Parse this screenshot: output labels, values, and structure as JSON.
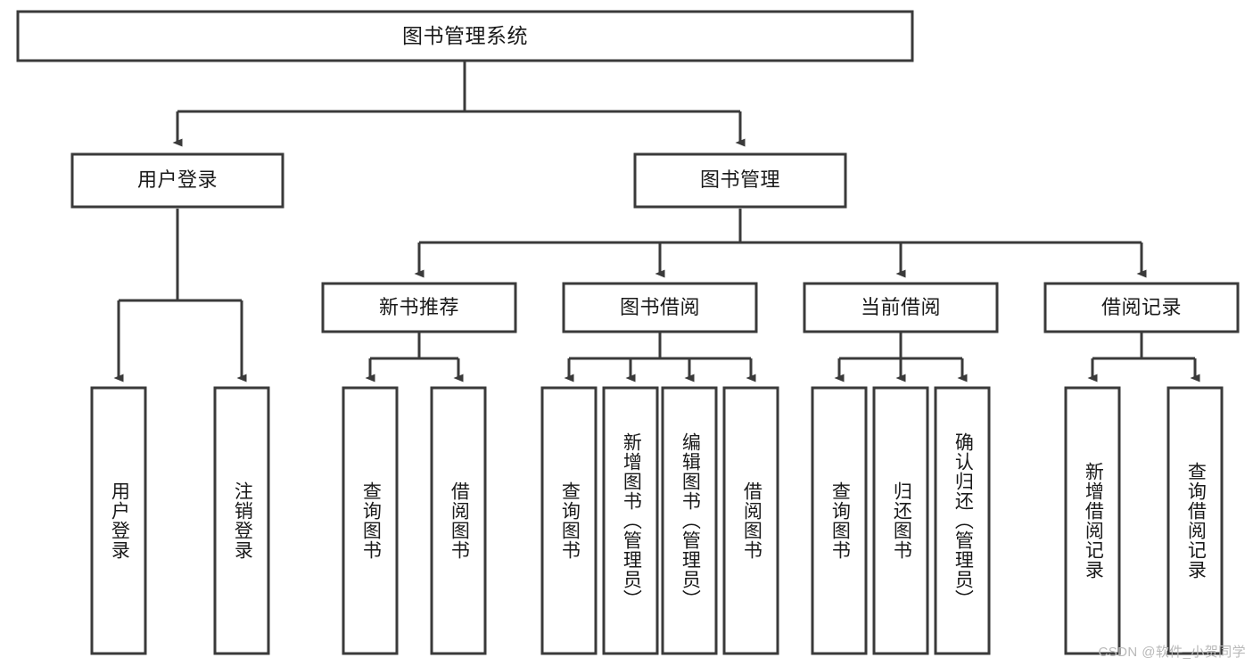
{
  "diagram": {
    "type": "tree",
    "title": "图书管理系统",
    "watermark": "CSDN @软件_小贺同学",
    "colors": {
      "box_stroke": "#3a3a3a",
      "box_fill": "#ffffff",
      "text": "#1a1a1a",
      "background": "#ffffff",
      "watermark": "#b9b9b9"
    },
    "levels": {
      "root": {
        "label": "图书管理系统"
      },
      "level1": [
        {
          "label": "用户登录"
        },
        {
          "label": "图书管理"
        }
      ],
      "level2": [
        {
          "label": "新书推荐"
        },
        {
          "label": "图书借阅"
        },
        {
          "label": "当前借阅"
        },
        {
          "label": "借阅记录"
        }
      ],
      "leaves": {
        "user_login": [
          {
            "label": "用户登录"
          },
          {
            "label": "注销登录"
          }
        ],
        "new_book_recommend": [
          {
            "label": "查询图书"
          },
          {
            "label": "借阅图书"
          }
        ],
        "book_borrow": [
          {
            "label": "查询图书"
          },
          {
            "label": "新增图书（管理员）"
          },
          {
            "label": "编辑图书（管理员）"
          },
          {
            "label": "借阅图书"
          }
        ],
        "current_borrow": [
          {
            "label": "查询图书"
          },
          {
            "label": "归还图书"
          },
          {
            "label": "确认归还（管理员）"
          }
        ],
        "borrow_record": [
          {
            "label": "新增借阅记录"
          },
          {
            "label": "查询借阅记录"
          }
        ]
      }
    }
  }
}
